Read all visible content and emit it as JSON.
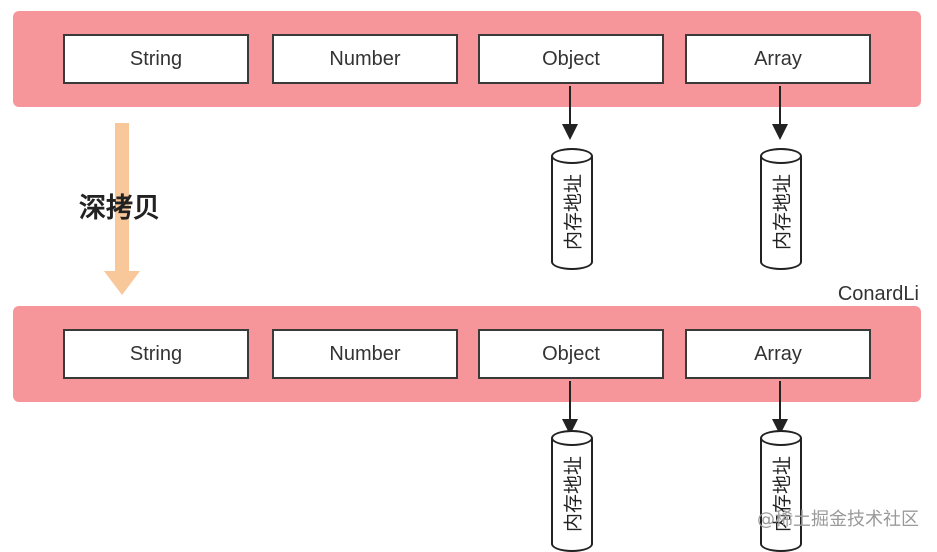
{
  "diagram": {
    "top_row": {
      "types": [
        "String",
        "Number",
        "Object",
        "Array"
      ]
    },
    "bottom_row": {
      "types": [
        "String",
        "Number",
        "Object",
        "Array"
      ]
    },
    "memory_label": "内存地址",
    "copy_label": "深拷贝",
    "author": "ConardLi",
    "watermark": "@稀土掘金技术社区"
  },
  "colors": {
    "band": "#f6969b",
    "copy_arrow": "#f8c79a",
    "box_border": "#3a3a3a"
  }
}
